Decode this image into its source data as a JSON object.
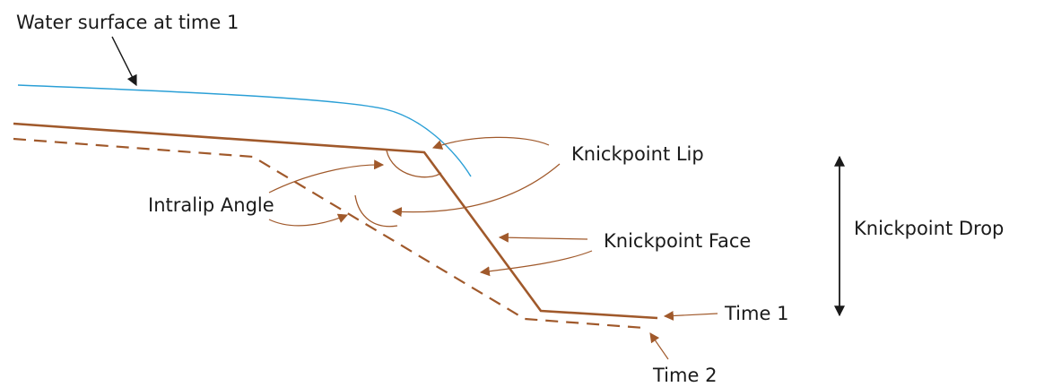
{
  "labels": {
    "water_surface": "Water surface at time 1",
    "knickpoint_lip": "Knickpoint Lip",
    "intralip_angle": "Intralip Angle",
    "knickpoint_face": "Knickpoint Face",
    "knickpoint_drop": "Knickpoint Drop",
    "time_1": "Time 1",
    "time_2": "Time 2"
  },
  "colors": {
    "water": "#2a9fd6",
    "profile": "#a0592b",
    "text": "#1a1a1a",
    "arrow": "#1a1a1a"
  }
}
